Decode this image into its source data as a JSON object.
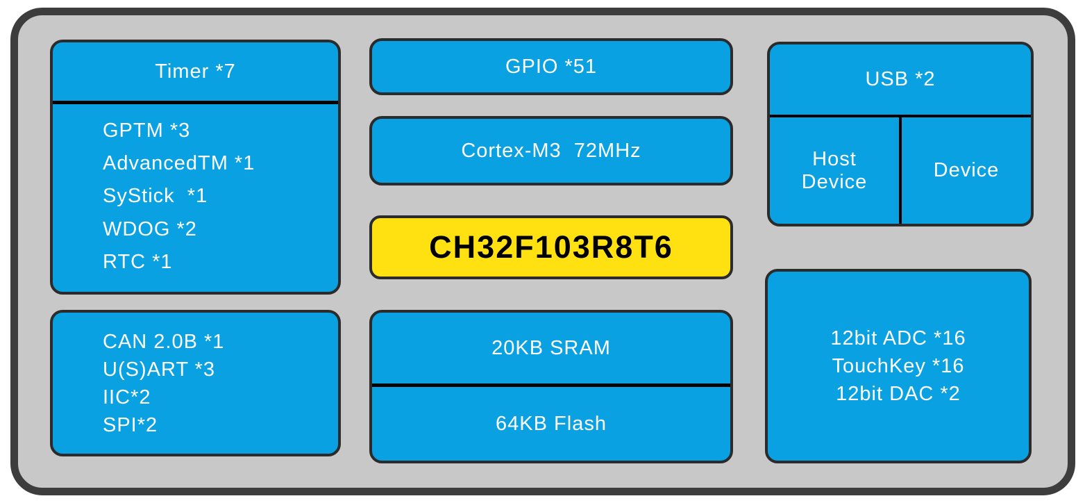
{
  "chip": {
    "part_number": "CH32F103R8T6"
  },
  "colors": {
    "block_blue": "#0aa1e2",
    "chip_yellow": "#ffe112",
    "panel_gray": "#c8c8c8",
    "frame_border": "#3d3d3d",
    "divider_black": "#000000",
    "text_white": "#ffffff"
  },
  "blocks": {
    "timer": {
      "title": "Timer *7",
      "items": [
        "GPTM *3",
        "AdvancedTM *1",
        "SyStick  *1",
        "WDOG *2",
        "RTC *1"
      ]
    },
    "connectivity": {
      "items": [
        "CAN 2.0B *1",
        "U(S)ART *3",
        "IIC*2",
        "SPI*2"
      ]
    },
    "gpio": {
      "label": "GPIO *51"
    },
    "core": {
      "label": "Cortex-M3  72MHz"
    },
    "memory": {
      "sram": "20KB SRAM",
      "flash": "64KB Flash"
    },
    "usb": {
      "title": "USB *2",
      "cells": [
        "Host Device",
        "Device"
      ]
    },
    "analog": {
      "items": [
        "12bit ADC *16",
        "TouchKey *16",
        "12bit DAC *2"
      ]
    }
  }
}
